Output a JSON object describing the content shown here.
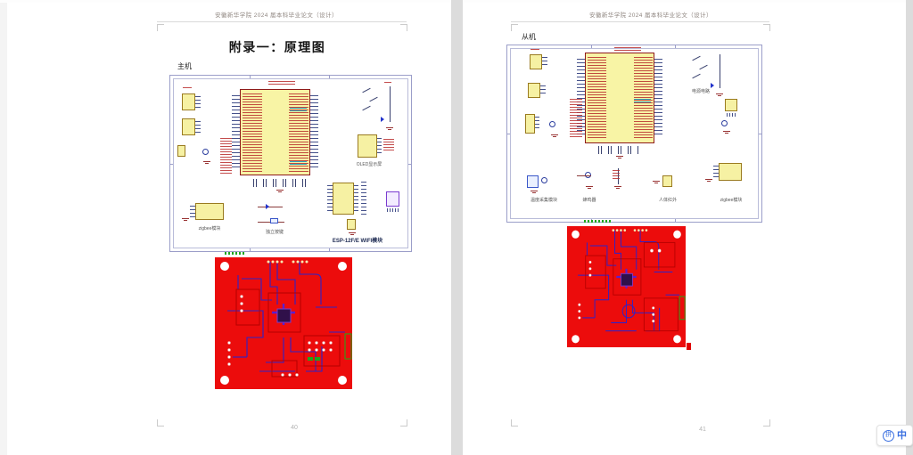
{
  "colors": {
    "pcb_red": "#ec0c0c",
    "trace_blue": "#2d23c9",
    "ic_yellow": "#f8f4a5",
    "sheet_border": "#9b9ec9",
    "ime_blue": "#3a6fe0"
  },
  "pages": {
    "left": {
      "header": "安徽新华学院 2024 届本科毕业论文（设计）",
      "title": "附录一：原理图",
      "section": "主机",
      "page_number": "40",
      "schematic_labels": {
        "esp_module": "ESP-12F/E WIFI模块",
        "zigbee": "zigbee模块",
        "buttons": "独立按键",
        "oled": "OLED显示屏"
      }
    },
    "right": {
      "header": "安徽新华学院 2024 届本科毕业论文（设计）",
      "section": "从机",
      "page_number": "41",
      "schematic_labels": {
        "power": "电源电路",
        "temp": "温度采集模块",
        "buzzer": "蜂鸣器",
        "pir": "人体红外",
        "zigbee": "zigbee模块"
      }
    }
  },
  "ime": {
    "pinyin": "拼",
    "lang": "中"
  }
}
